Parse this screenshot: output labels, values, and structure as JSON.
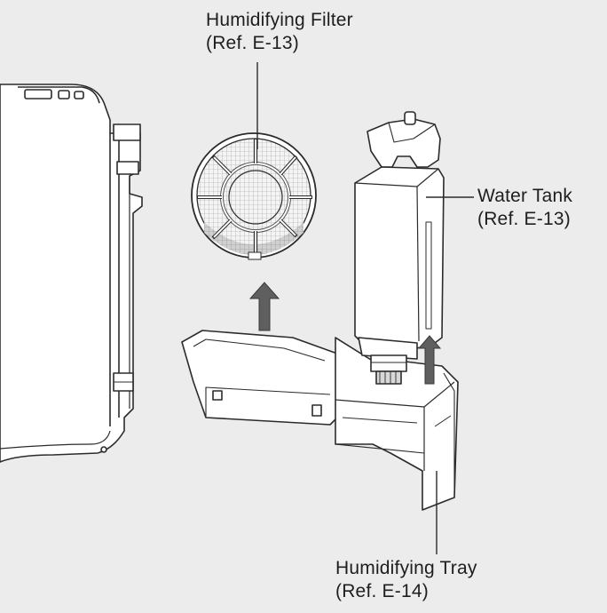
{
  "labels": {
    "filter": {
      "name": "Humidifying Filter",
      "ref": "(Ref. E-13)"
    },
    "tank": {
      "name": "Water Tank",
      "ref": "(Ref. E-13)"
    },
    "tray": {
      "name": "Humidifying Tray",
      "ref": "(Ref. E-14)"
    }
  },
  "colors": {
    "background": "#ececec",
    "line": "#2b2b2b",
    "arrow": "#5f5f5f",
    "text": "#1e1e1e"
  }
}
